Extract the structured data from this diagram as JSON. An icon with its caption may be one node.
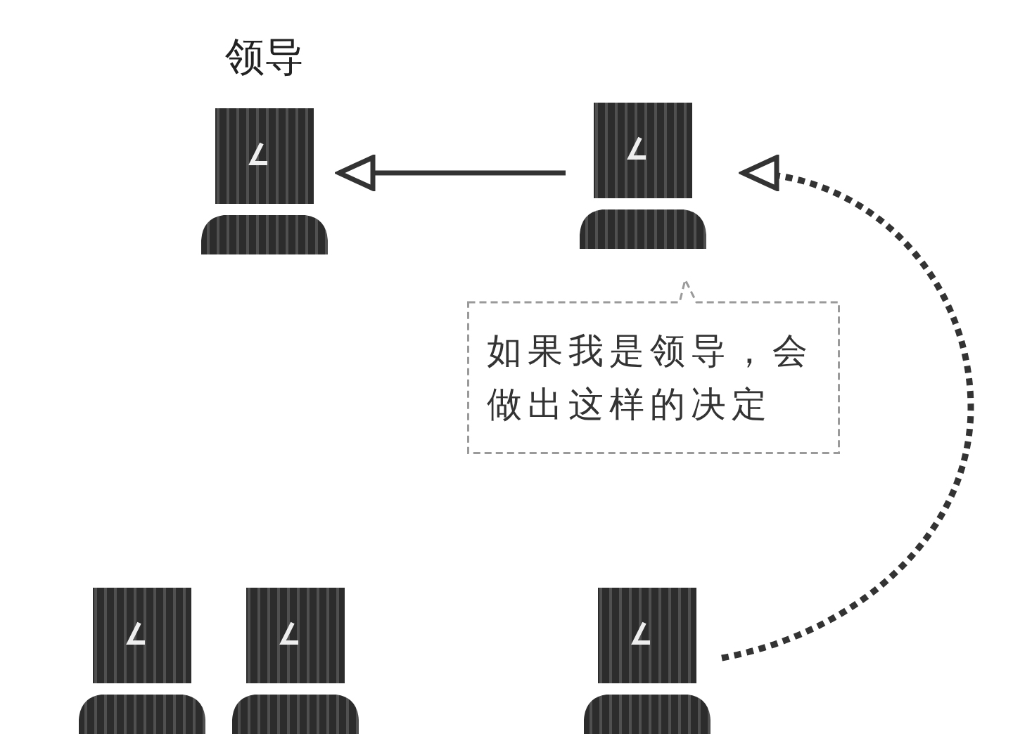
{
  "diagram": {
    "nodes": [
      {
        "text": [
          "领导"
        ]
      },
      {
        "text": [],
        "shape": "person"
      },
      {
        "text": [
          "如果我是领导，会做出这样的决定"
        ]
      },
      {
        "text": [],
        "shape": "person"
      },
      {
        "text": [],
        "shape": "person"
      },
      {
        "text": [],
        "shape": "person"
      }
    ],
    "edges": [
      {
        "from": 1,
        "to": 0,
        "arrow": "to"
      },
      {
        "from": 5,
        "to": 1,
        "arrow": "to",
        "style": "dashed"
      }
    ]
  }
}
